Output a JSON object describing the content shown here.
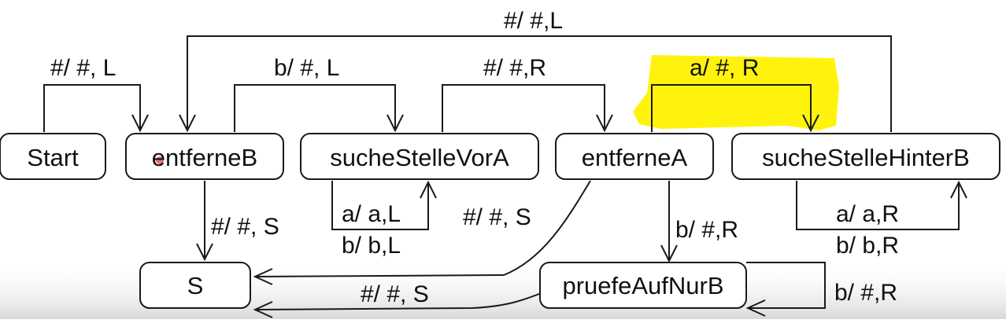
{
  "colors": {
    "highlight": "#fff200",
    "stroke": "#1a1a1a",
    "shade": "#e6e6e6",
    "red_mark": "#e05050"
  },
  "states": {
    "start": "Start",
    "entferneB": "entferneB",
    "sucheStelleVorA": "sucheStelleVorA",
    "entferneA": "entferneA",
    "sucheStelleHinterB": "sucheStelleHinterB",
    "s": "S",
    "pruefeAufNurB": "pruefeAufNurB"
  },
  "transitions": {
    "start_to_entferneB": "#/ #, L",
    "hinterB_to_entferneB": "#/ #,L",
    "entferneB_to_vorA": "b/ #, L",
    "vorA_to_entferneA": "#/ #,R",
    "entferneA_to_hinterB": "a/ #, R",
    "entferneB_to_s": "#/ #, S",
    "vorA_loop_a": "a/ a,L",
    "vorA_loop_b": "b/ b,L",
    "entferneA_to_s": "#/ #, S",
    "entferneA_to_pruefe": "b/ #,R",
    "hinterB_loop_a": "a/ a,R",
    "hinterB_loop_b": "b/ b,R",
    "pruefe_to_s": "#/ #, S",
    "pruefe_loop": "b/ #,R"
  }
}
